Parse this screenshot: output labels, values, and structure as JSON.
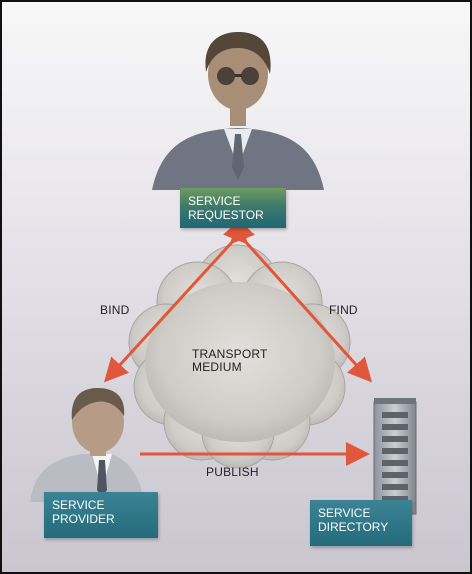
{
  "nodes": {
    "requestor": {
      "line1": "SERVICE",
      "line2": "REQUESTOR"
    },
    "provider": {
      "line1": "SERVICE",
      "line2": "PROVIDER"
    },
    "directory": {
      "line1": "SERVICE",
      "line2": "DIRECTORY"
    }
  },
  "cloud": {
    "line1": "TRANSPORT",
    "line2": "MEDIUM"
  },
  "edges": {
    "bind": "BIND",
    "find": "FIND",
    "publish": "PUBLISH"
  },
  "colors": {
    "arrow": "#e1573b",
    "requestor_box_top": "#5f8a56",
    "requestor_box_bottom": "#1e6675",
    "provider_box": "#2a7383",
    "directory_box": "#2a7383",
    "cloud": "#d2ceca"
  }
}
